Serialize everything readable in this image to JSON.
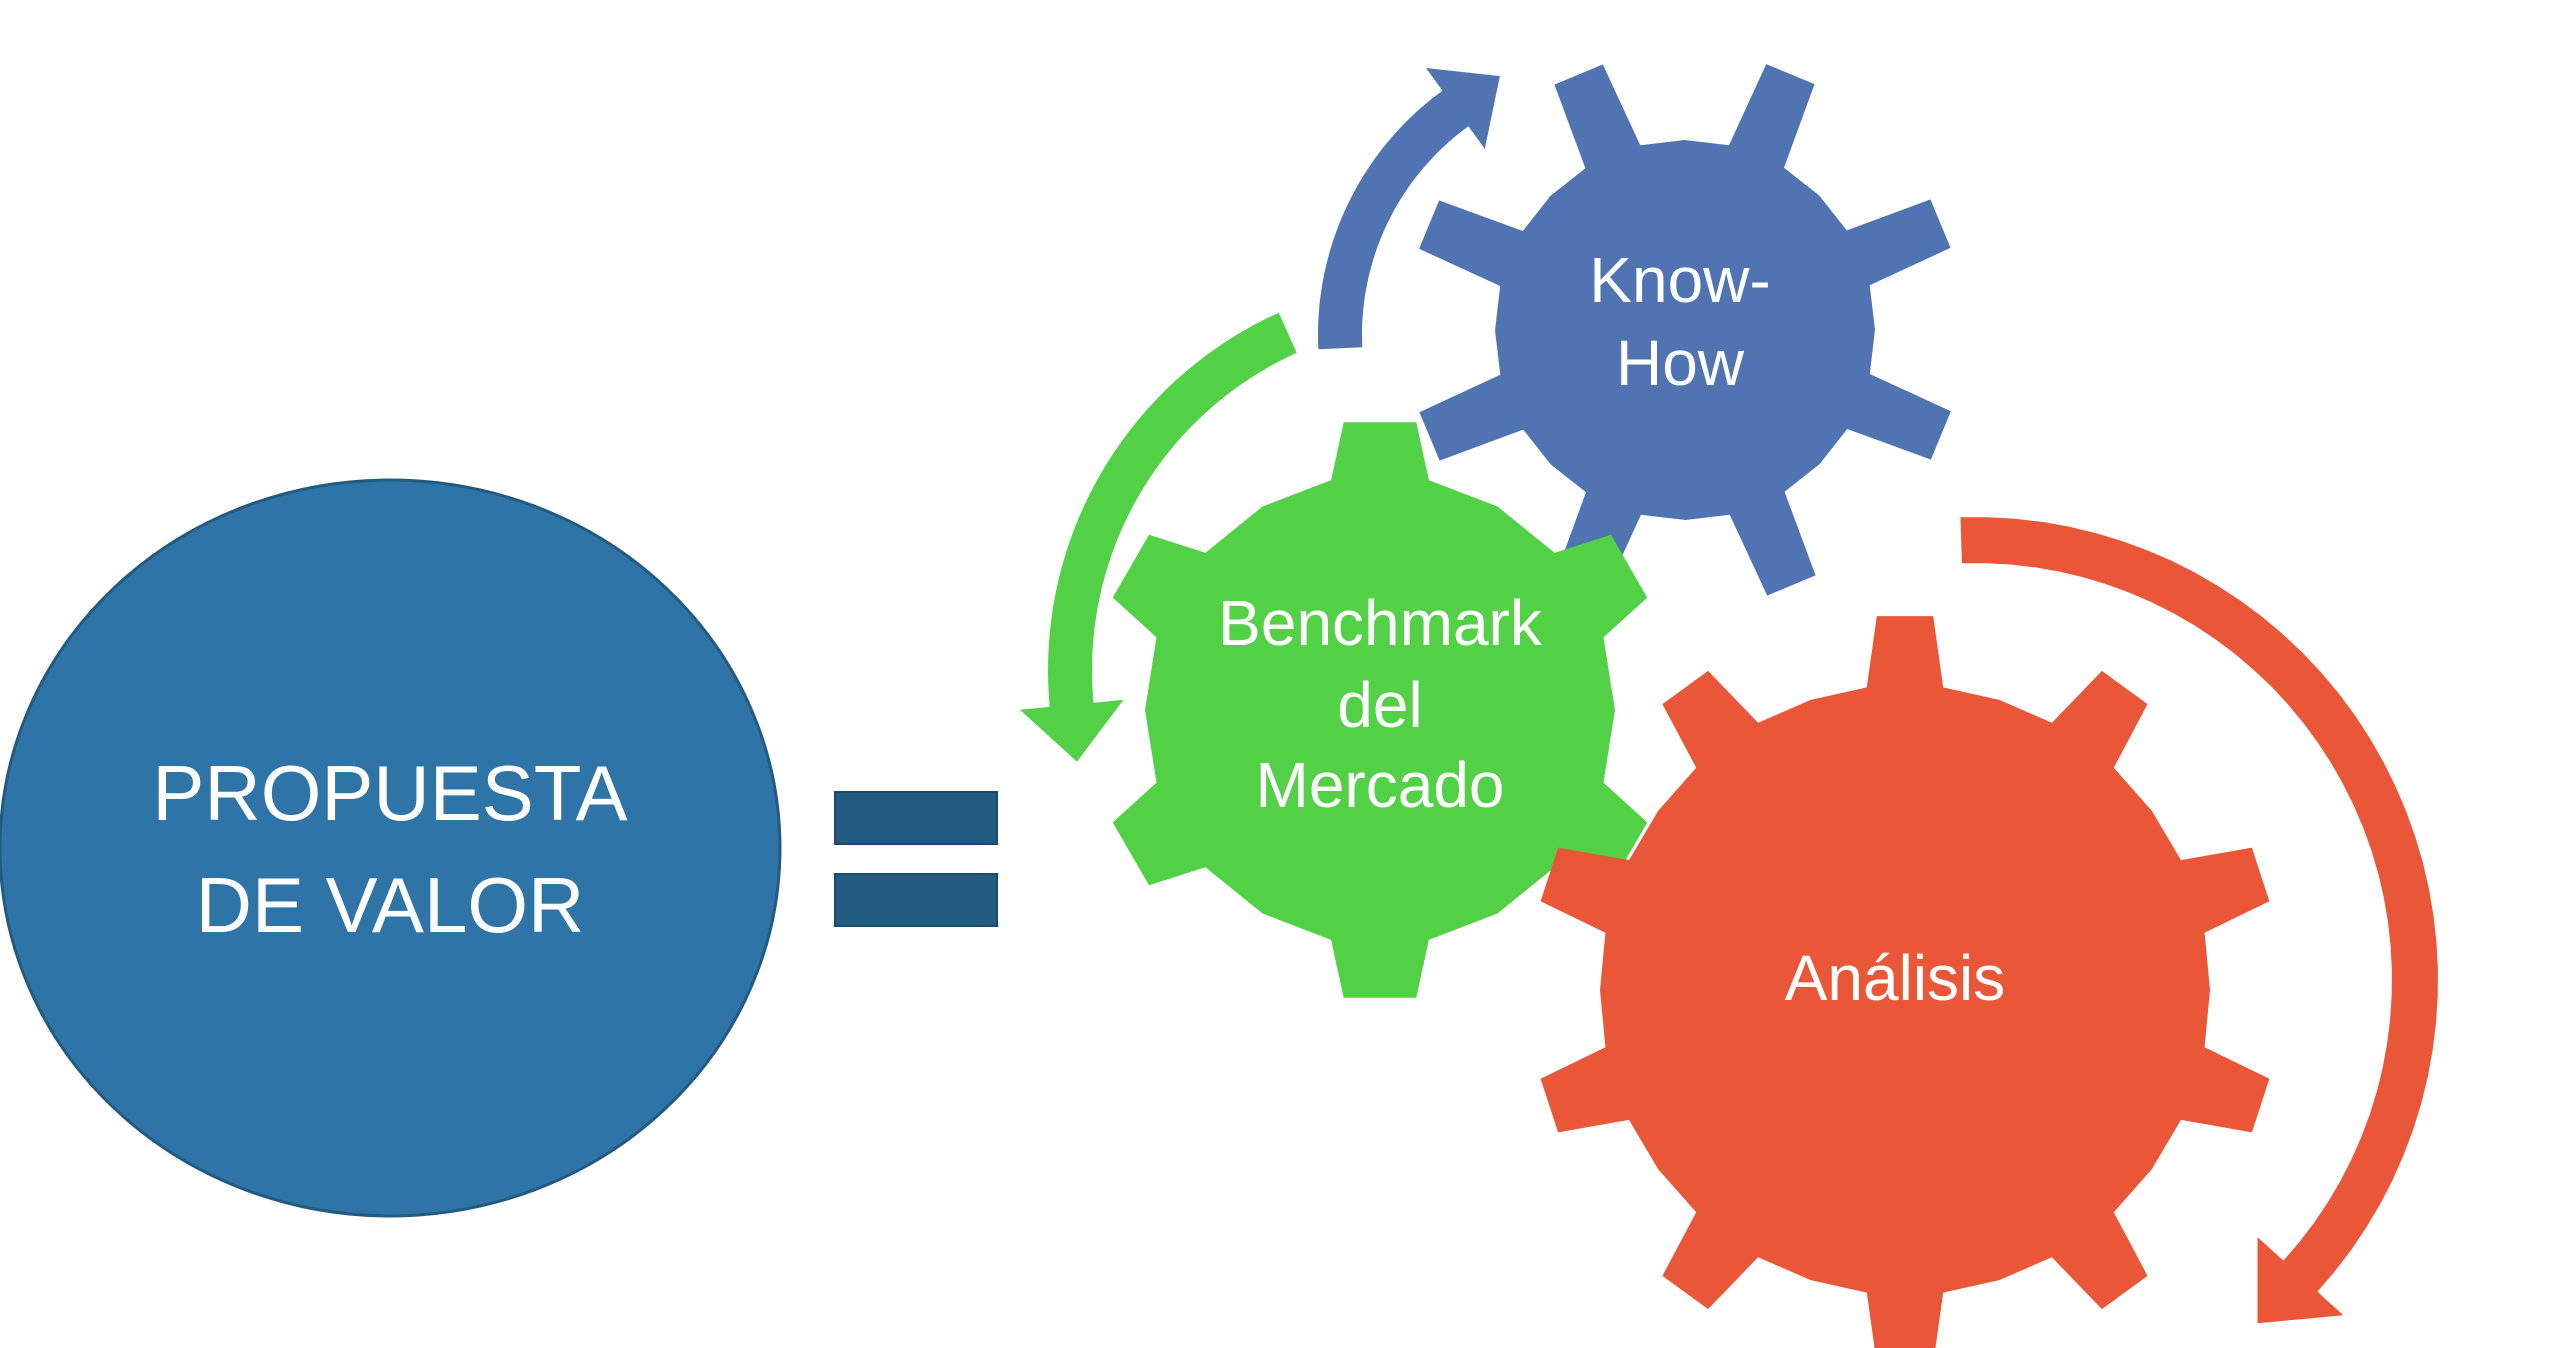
{
  "value_proposition": {
    "lines": [
      "PROPUESTA",
      "DE VALOR"
    ],
    "color": "#2e74a6"
  },
  "equals_sign": {
    "color": "#235b80"
  },
  "gears": {
    "know_how": {
      "lines": [
        "Know-",
        "How"
      ],
      "color": "#5073b2"
    },
    "benchmark": {
      "lines": [
        "Benchmark",
        "del",
        "Mercado"
      ],
      "color": "#52d146"
    },
    "analisis": {
      "lines": [
        "Análisis"
      ],
      "color": "#ea5638"
    }
  }
}
